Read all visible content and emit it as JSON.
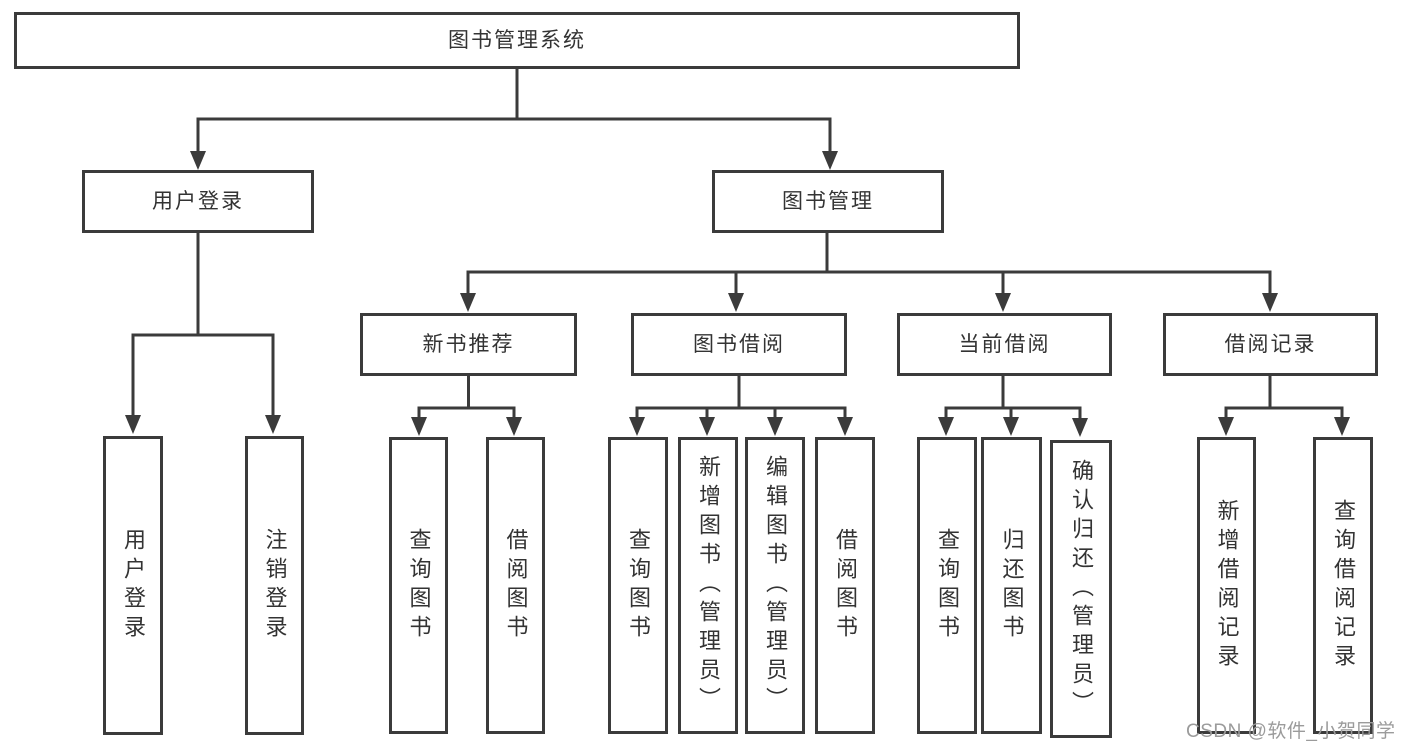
{
  "tree": {
    "label": "图书管理系统",
    "children": [
      {
        "label": "用户登录",
        "children": [
          {
            "label": "用户登录"
          },
          {
            "label": "注销登录"
          }
        ]
      },
      {
        "label": "图书管理",
        "children": [
          {
            "label": "新书推荐",
            "children": [
              {
                "label": "查询图书"
              },
              {
                "label": "借阅图书"
              }
            ]
          },
          {
            "label": "图书借阅",
            "children": [
              {
                "label": "查询图书"
              },
              {
                "label": "新增图书（管理员）"
              },
              {
                "label": "编辑图书（管理员）"
              },
              {
                "label": "借阅图书"
              }
            ]
          },
          {
            "label": "当前借阅",
            "children": [
              {
                "label": "查询图书"
              },
              {
                "label": "归还图书"
              },
              {
                "label": "确认归还（管理员）"
              }
            ]
          },
          {
            "label": "借阅记录",
            "children": [
              {
                "label": "新增借阅记录"
              },
              {
                "label": "查询借阅记录"
              }
            ]
          }
        ]
      }
    ]
  },
  "watermark": "CSDN @软件_小贺同学",
  "colors": {
    "line": "#3b3b3b",
    "text": "#333333",
    "watermark": "#9b9b9b",
    "background": "#ffffff"
  }
}
